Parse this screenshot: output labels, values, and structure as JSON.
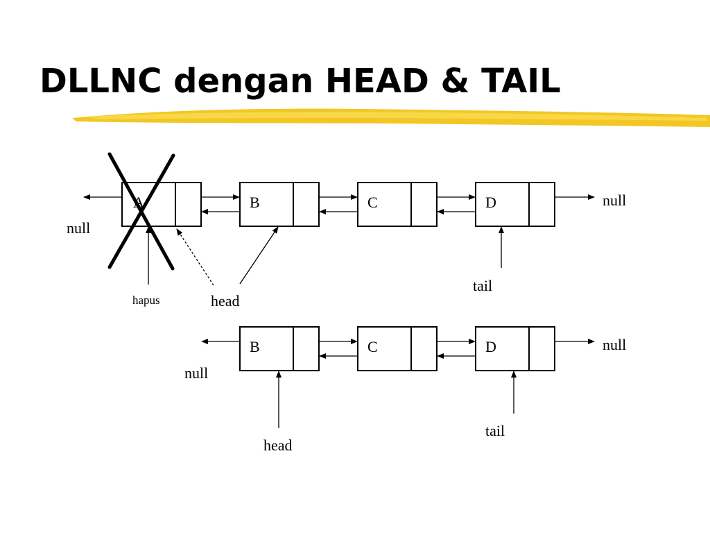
{
  "slide": {
    "title": "DLLNC dengan HEAD & TAIL"
  },
  "colors": {
    "highlight": "#f2c417",
    "highlight_light": "#f8d94e",
    "ink": "#000000",
    "background": "#ffffff"
  },
  "before": {
    "nodes": [
      "A",
      "B",
      "C",
      "D"
    ],
    "left_null": "null",
    "right_null": "null",
    "remove_label": "hapus",
    "head_label": "head",
    "tail_label": "tail"
  },
  "after": {
    "nodes": [
      "B",
      "C",
      "D"
    ],
    "left_null": "null",
    "right_null": "null",
    "head_label": "head",
    "tail_label": "tail"
  }
}
